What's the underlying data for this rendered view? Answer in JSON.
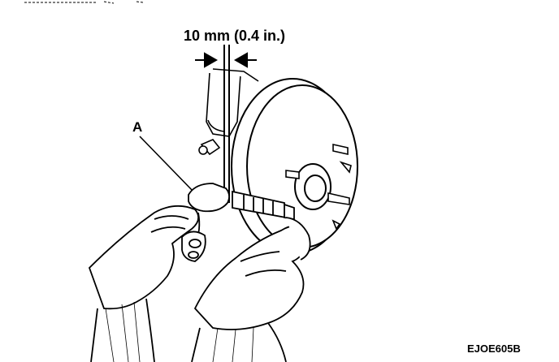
{
  "figure": {
    "measurement_label": "10 mm (0.4 in.)",
    "callout_label": "A",
    "figure_code": "EJOE605B"
  },
  "colors": {
    "ink": "#000000",
    "paper": "#ffffff"
  }
}
